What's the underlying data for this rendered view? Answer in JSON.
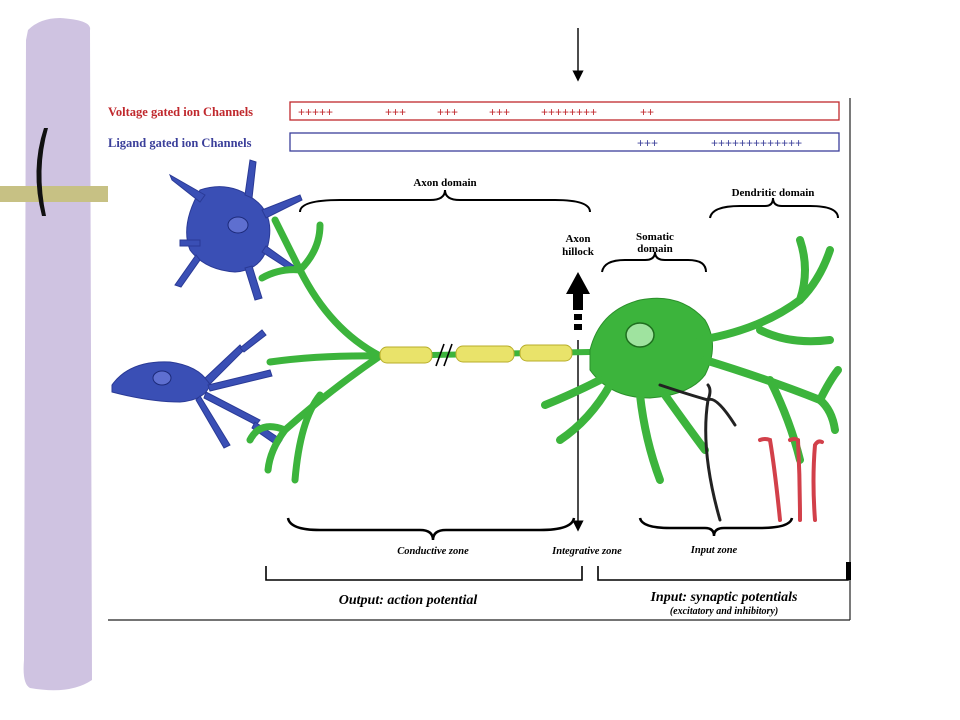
{
  "channels": {
    "voltage": {
      "label": "Voltage gated ion Channels",
      "color": "#c0282d",
      "marks": [
        "+++++",
        "+++",
        "+++",
        "+++",
        "++++++++",
        "++"
      ]
    },
    "ligand": {
      "label": "Ligand gated ion Channels",
      "color": "#3b3f9a",
      "marks": [
        "+++",
        "+++++++++++++"
      ]
    }
  },
  "domains": {
    "axon": "Axon domain",
    "axon_hillock_1": "Axon",
    "axon_hillock_2": "hillock",
    "somatic_1": "Somatic",
    "somatic_2": "domain",
    "dendritic": "Dendritic domain"
  },
  "zones": {
    "conductive": "Conductive zone",
    "integrative": "Integrative zone",
    "input": "Input zone"
  },
  "bottom": {
    "output": "Output: action potential",
    "input": "Input: synaptic potentials",
    "input_sub": "(excitatory and inhibitory)"
  },
  "colors": {
    "sidebar": "#cfc3e1",
    "accent_bar": "#c7c184",
    "neuron_green": "#3cb43c",
    "neuron_blue": "#3a4fb5",
    "myelin": "#e9e36a",
    "inhib_red": "#d2404a"
  }
}
